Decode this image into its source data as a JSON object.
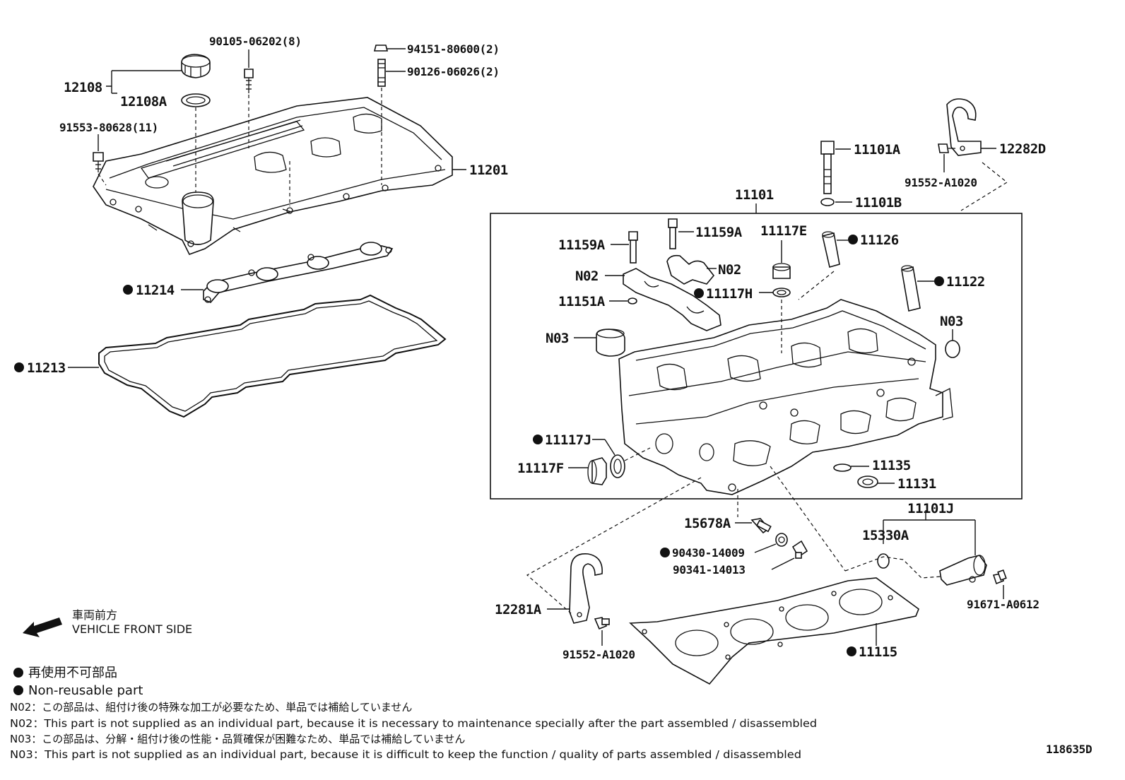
{
  "diagram_id": "118635D",
  "callouts": {
    "c12108": "12108",
    "c12108A": "12108A",
    "c90105": "90105-06202(8)",
    "c94151": "94151-80600(2)",
    "c90126": "90126-06026(2)",
    "c91553": "91553-80628(11)",
    "c11201": "11201",
    "c11214": "11214",
    "c11213": "11213",
    "c11101A": "11101A",
    "c11101B": "11101B",
    "c12282D": "12282D",
    "c91552top": "91552-A1020",
    "c11101": "11101",
    "c11159A_1": "11159A",
    "c11159A_2": "11159A",
    "c11117E": "11117E",
    "c11126": "11126",
    "cN02_1": "N02",
    "cN02_2": "N02",
    "c11122": "11122",
    "c11151A": "11151A",
    "c11117H": "11117H",
    "cN03_1": "N03",
    "cN03_2": "N03",
    "c11117J": "11117J",
    "c11117F": "11117F",
    "c11135": "11135",
    "c11131": "11131",
    "c11101J": "11101J",
    "c15678A": "15678A",
    "c15330A": "15330A",
    "c90430": "90430-14009",
    "c90341": "90341-14013",
    "c12281A": "12281A",
    "c91671": "91671-A0612",
    "c91552bot": "91552-A1020",
    "c11115": "11115"
  },
  "direction": {
    "jp": "車両前方",
    "en": "VEHICLE FRONT SIDE"
  },
  "legend": {
    "jp": "再使用不可部品",
    "en": "Non-reusable part"
  },
  "notes": [
    "N02：この部品は、組付け後の特殊な加工が必要なため、単品では補給していません",
    "N02：This part is not supplied as an individual part, because it is necessary to maintenance specially after the part assembled / disassembled",
    "N03：この部品は、分解・組付け後の性能・品質確保が困難なため、単品では補給していません",
    "N03：This part is not supplied as an individual part, because it is difficult to keep the function / quality of parts  assembled / disassembled"
  ]
}
